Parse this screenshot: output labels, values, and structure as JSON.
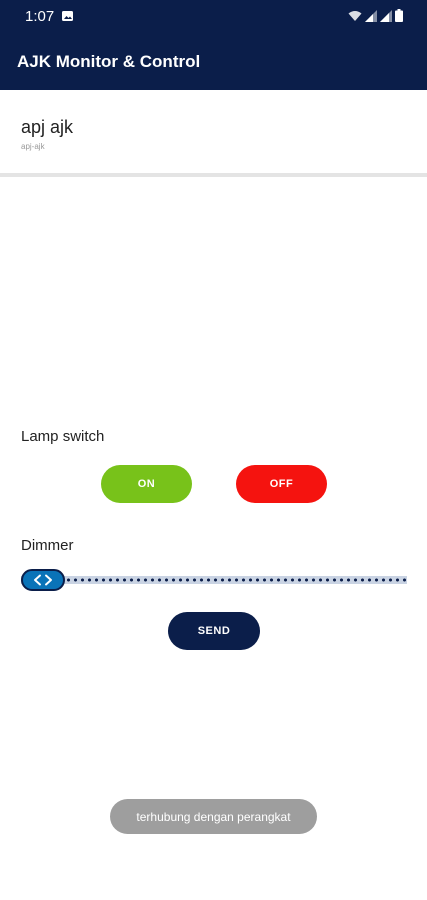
{
  "status_bar": {
    "time": "1:07",
    "icons": [
      "image-notification-icon",
      "wifi-icon",
      "signal-icon",
      "signal-icon",
      "battery-icon"
    ]
  },
  "app_bar": {
    "title": "AJK Monitor & Control"
  },
  "device": {
    "name": "apj ajk",
    "id": "apj-ajk"
  },
  "lamp": {
    "label": "Lamp switch",
    "on_label": "ON",
    "off_label": "OFF"
  },
  "dimmer": {
    "label": "Dimmer",
    "value_fraction": 0,
    "send_label": "SEND"
  },
  "toast": {
    "text": "terhubung dengan perangkat"
  },
  "colors": {
    "primary": "#0b1e4a",
    "on": "#78c21a",
    "off": "#f5130f",
    "slider_handle": "#0a73b8",
    "toast_bg": "#9e9e9e"
  }
}
